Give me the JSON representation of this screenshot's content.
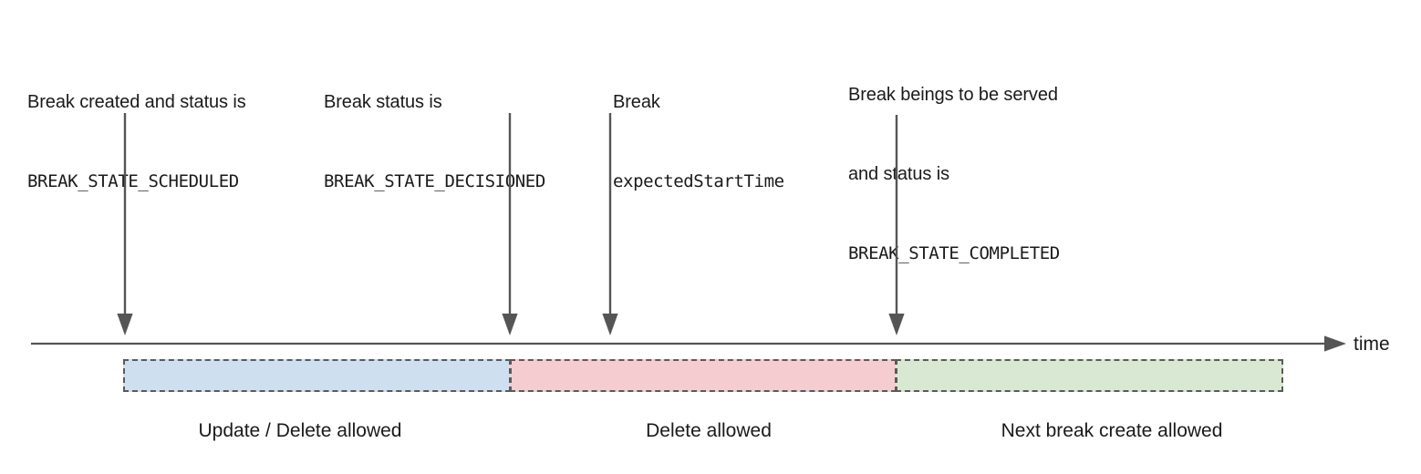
{
  "diagram": {
    "title": "Break lifecycle timeline",
    "axis": {
      "label": "time",
      "line_color": "#555555"
    },
    "colors": {
      "scheduled_phase": "#cedff0",
      "decisioned_phase": "#f5ccd0",
      "completed_phase": "#d9e8d2",
      "border": "#5a5a5a",
      "arrow": "#555555",
      "text": "#1a1a1a"
    },
    "markers": [
      {
        "id": "scheduled",
        "lines": [
          {
            "text": "Break created and status is",
            "style": "sans"
          },
          {
            "text": "BREAK_STATE_SCHEDULED",
            "style": "mono"
          }
        ]
      },
      {
        "id": "decisioned",
        "lines": [
          {
            "text": "Break status is",
            "style": "sans"
          },
          {
            "text": "BREAK_STATE_DECISIONED",
            "style": "mono"
          }
        ]
      },
      {
        "id": "expected-start-time",
        "lines": [
          {
            "text": "Break",
            "style": "sans"
          },
          {
            "text": "expectedStartTime",
            "style": "mono"
          }
        ]
      },
      {
        "id": "completed",
        "lines": [
          {
            "text": "Break beings to be served",
            "style": "sans"
          },
          {
            "text": "and status is",
            "style": "sans"
          },
          {
            "text": "BREAK_STATE_COMPLETED",
            "style": "mono"
          }
        ]
      }
    ],
    "phases": [
      {
        "id": "update-delete",
        "caption": "Update / Delete allowed"
      },
      {
        "id": "delete",
        "caption": "Delete allowed"
      },
      {
        "id": "next-break",
        "caption": "Next break create allowed"
      }
    ]
  }
}
